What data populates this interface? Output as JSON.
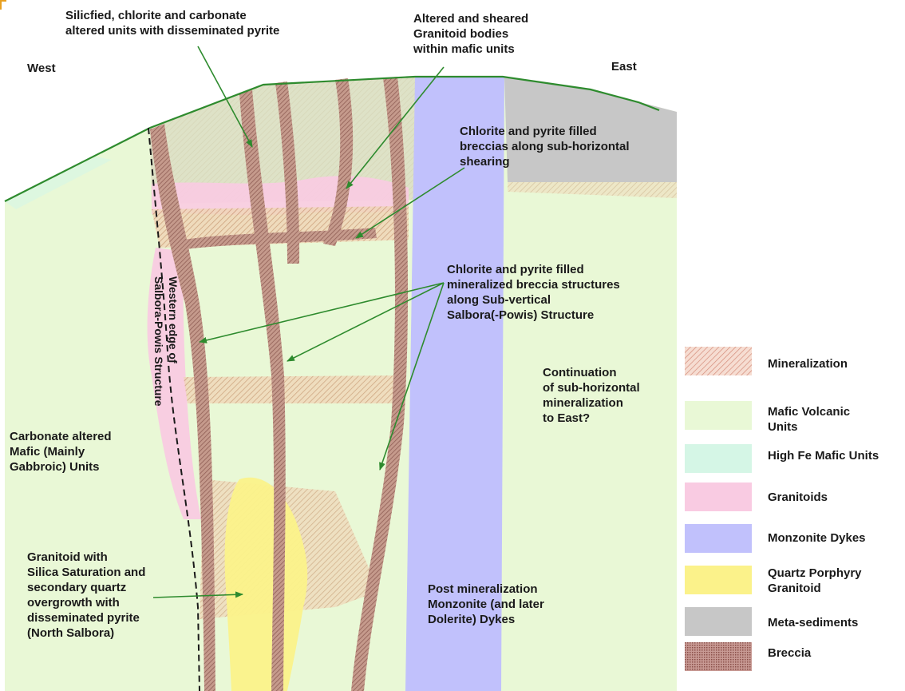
{
  "labels": {
    "west": "West",
    "east": "East",
    "silicified": "Silicfied, chlorite and carbonate\naltered units with disseminated pyrite",
    "altered_sheared": "Altered and sheared\nGranitoid bodies\nwithin mafic units",
    "breccias_subhorizontal": "Chlorite and pyrite filled\nbreccias along sub-horizontal\nshearing",
    "mineralized_breccia": "Chlorite and pyrite filled\nmineralized breccia structures\nalong Sub-vertical\nSalbora(-Powis) Structure",
    "continuation": "Continuation\nof sub-horizontal\nmineralization\nto East?",
    "carbonate_altered": "Carbonate altered\nMafic (Mainly\nGabbroic) Units",
    "granitoid_silica": "Granitoid with\nSilica Saturation and\nsecondary quartz\novergrowth with\ndisseminated pyrite\n(North Salbora)",
    "post_mineralization": "Post mineralization\nMonzonite (and later\nDolerite) Dykes",
    "western_edge": "Western edge of\nSalbora-Powis Structure"
  },
  "legend": [
    {
      "label": "Mineralization",
      "color": "#e8a890",
      "pattern": "hatch"
    },
    {
      "label": "Mafic Volcanic\nUnits",
      "color": "#e9f8d6",
      "pattern": "solid"
    },
    {
      "label": "High Fe Mafic Units",
      "color": "#d5f6e6",
      "pattern": "solid"
    },
    {
      "label": "Granitoids",
      "color": "#f9cbe2",
      "pattern": "solid"
    },
    {
      "label": "Monzonite Dykes",
      "color": "#c1c1fc",
      "pattern": "solid"
    },
    {
      "label": "Quartz Porphyry\nGranitoid",
      "color": "#fbf28a",
      "pattern": "solid"
    },
    {
      "label": "Meta-sediments",
      "color": "#c7c7c7",
      "pattern": "solid"
    },
    {
      "label": "Breccia",
      "color": "#b98a82",
      "pattern": "dots"
    }
  ],
  "colors": {
    "mafic": "#e9f8d6",
    "highFe": "#d5f6e6",
    "granitoid": "#f9cbe2",
    "monzonite": "#c1c1fc",
    "quartz": "#fbf28a",
    "metased": "#c7c7c7",
    "breccia": "#b07a72",
    "mineral": "#e2b594",
    "surface": "#2e8b2e",
    "arrow": "#2e8b2e"
  }
}
